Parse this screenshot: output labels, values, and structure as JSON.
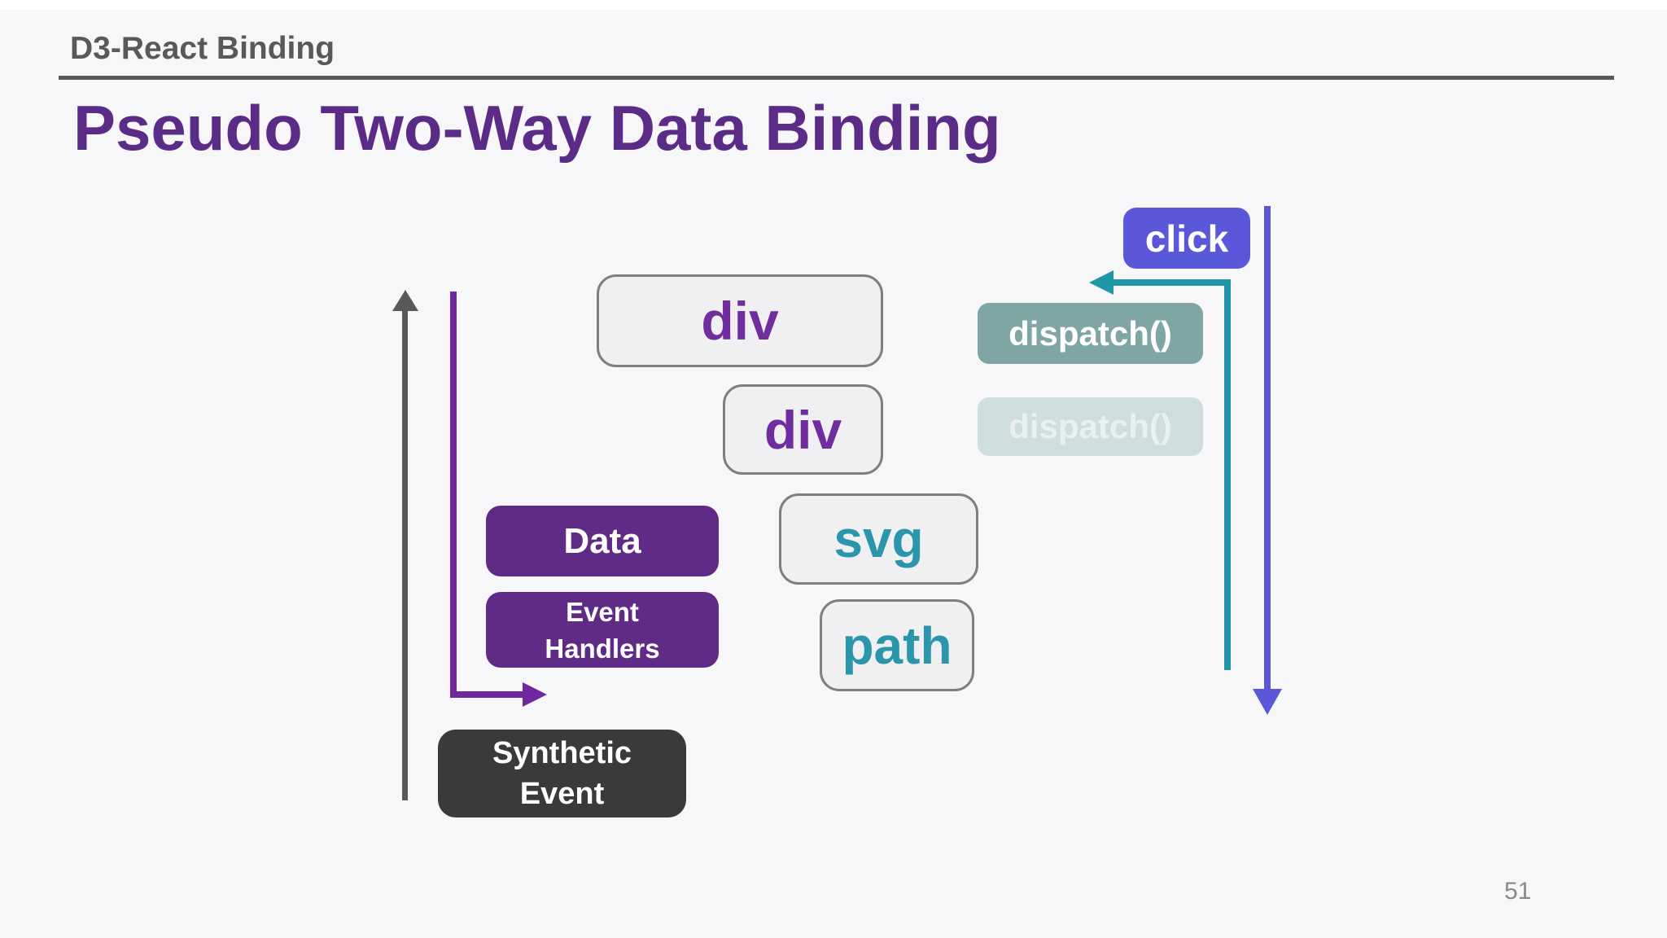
{
  "slide": {
    "section_header": "D3-React Binding",
    "title": "Pseudo Two-Way Data Binding",
    "page_number": "51"
  },
  "diagram": {
    "dom_nodes": {
      "div_outer": "div",
      "div_inner": "div",
      "svg": "svg",
      "path": "path"
    },
    "react_items": {
      "data": "Data",
      "event_handlers": "Event Handlers",
      "synthetic_event": "Synthetic Event"
    },
    "d3_items": {
      "click": "click",
      "dispatch_active": "dispatch()",
      "dispatch_ghost": "dispatch()"
    },
    "arrows": {
      "gray_up_arrow": "up",
      "purple_elbow_arrow": "up-then-right",
      "teal_elbow_arrow": "up-then-left",
      "blue_down_arrow": "down"
    },
    "colors": {
      "background": "#F7F6F8",
      "header_gray": "#595959",
      "title_purple": "#5B2C87",
      "dom_box_bg": "#F0EFF1",
      "dom_box_border": "#7F7F7F",
      "dom_text_purple": "#6F2DA0",
      "dom_text_teal": "#2A95AB",
      "react_purple": "#5F2B87",
      "synthetic_dark": "#3C393C",
      "click_blue": "#5A57D9",
      "dispatch_teal": "#7FA6A4",
      "dispatch_ghost_bg": "#CDDEDC",
      "dispatch_ghost_text": "#E9F1F0",
      "teal_arrow": "#1F97A8",
      "purple_arrow": "#7027A0",
      "gray_arrow": "#595959",
      "page_number_gray": "#8A8A8A"
    }
  }
}
